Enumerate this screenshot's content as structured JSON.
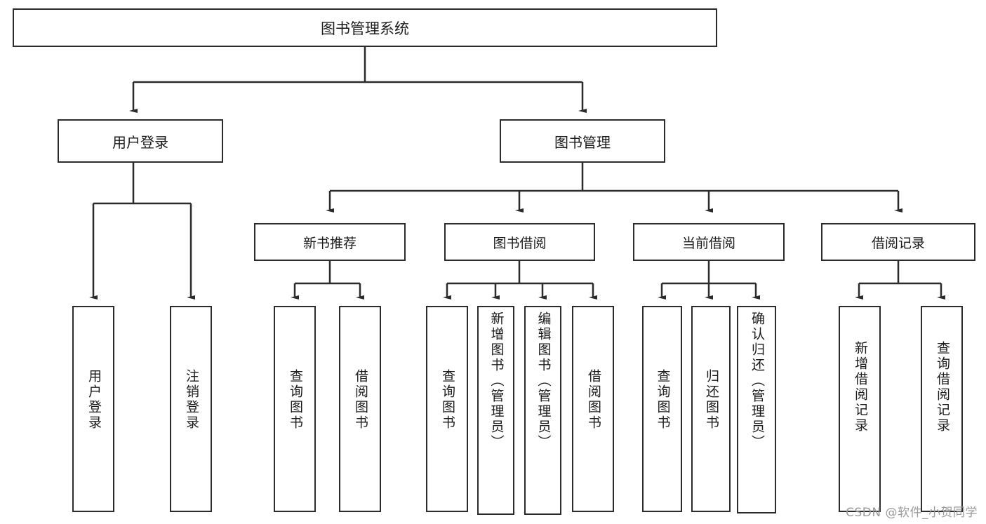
{
  "diagram": {
    "title": "图书管理系统",
    "root": {
      "label": "图书管理系统"
    },
    "level2": [
      {
        "label": "用户登录"
      },
      {
        "label": "图书管理"
      }
    ],
    "level3": [
      {
        "label": "新书推荐"
      },
      {
        "label": "图书借阅"
      },
      {
        "label": "当前借阅"
      },
      {
        "label": "借阅记录"
      }
    ],
    "leaves": [
      {
        "label": "用户登录",
        "parent": "用户登录"
      },
      {
        "label": "注销登录",
        "parent": "用户登录"
      },
      {
        "label": "查询图书",
        "parent": "新书推荐"
      },
      {
        "label": "借阅图书",
        "parent": "新书推荐"
      },
      {
        "label": "查询图书",
        "parent": "图书借阅"
      },
      {
        "label": "新增图书（管理员）",
        "parent": "图书借阅"
      },
      {
        "label": "编辑图书（管理员）",
        "parent": "图书借阅"
      },
      {
        "label": "借阅图书",
        "parent": "图书借阅"
      },
      {
        "label": "查询图书",
        "parent": "当前借阅"
      },
      {
        "label": "归还图书",
        "parent": "当前借阅"
      },
      {
        "label": "确认归还（管理员）",
        "parent": "当前借阅"
      },
      {
        "label": "新增借阅记录",
        "parent": "借阅记录"
      },
      {
        "label": "查询借阅记录",
        "parent": "借阅记录"
      }
    ]
  },
  "watermark": {
    "text": "CSDN @软件_小贺同学"
  },
  "colors": {
    "stroke": "#2b2b2b",
    "fill": "#ffffff",
    "text": "#1a1a1a",
    "watermark": "#9a9a9a"
  }
}
